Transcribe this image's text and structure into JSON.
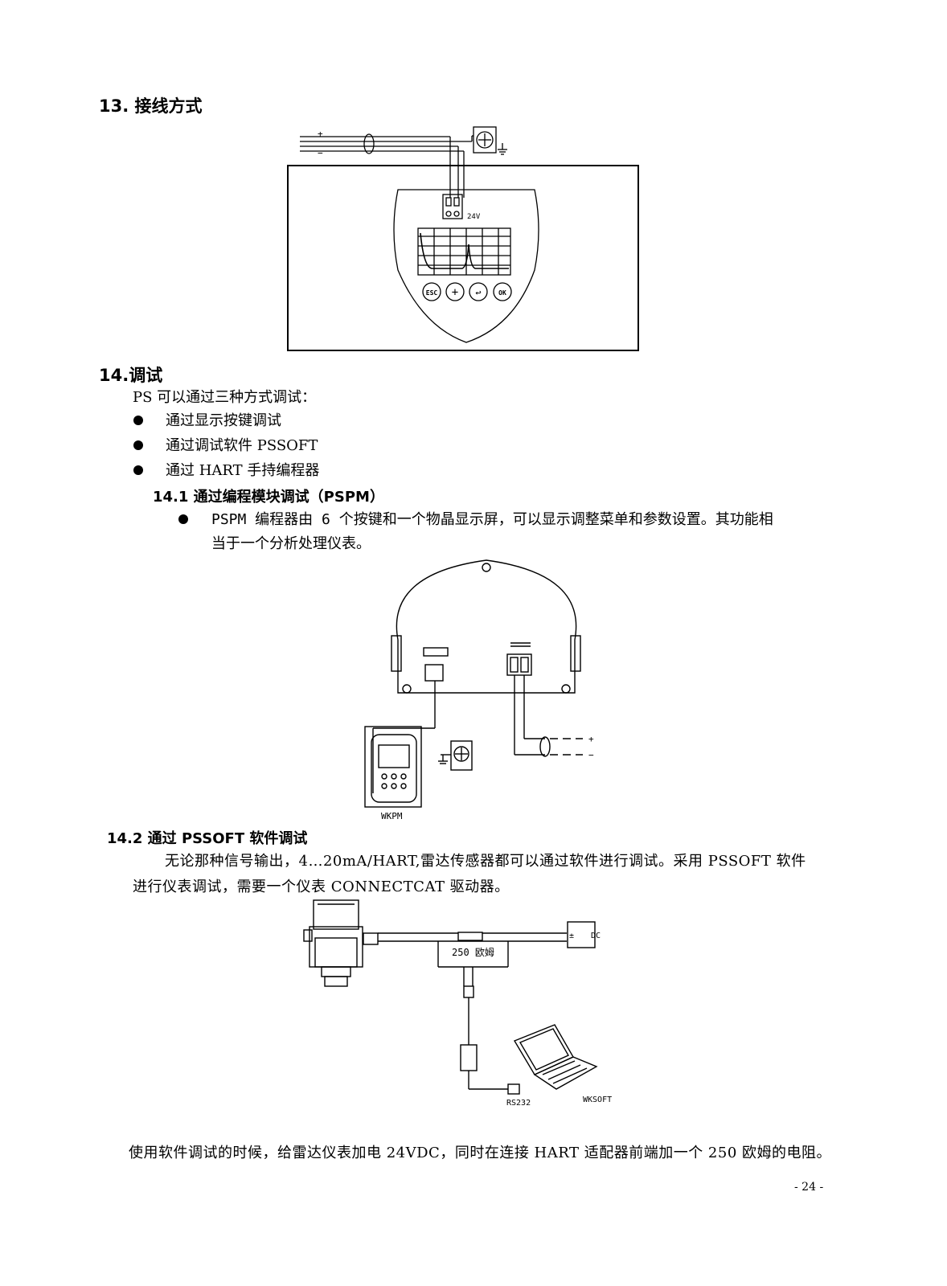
{
  "sec13": {
    "title": "13.  接线方式"
  },
  "fig1": {
    "voltage": "24V",
    "plus": "+",
    "minus": "−",
    "buttons": [
      "ESC",
      "+",
      "↩",
      "OK"
    ]
  },
  "sec14": {
    "title": "14.调试",
    "intro": "PS 可以通过三种方式调试：",
    "items": [
      "通过显示按键调试",
      "通过调试软件 PSSOFT",
      "通过 HART 手持编程器"
    ]
  },
  "sec141": {
    "title": "14.1 通过编程模块调试（PSPM）",
    "line1": "PSPM 编程器由 6 个按键和一个物晶显示屏，可以显示调整菜单和参数设置。其功能相",
    "line2": "当于一个分析处理仪表。"
  },
  "fig2": {
    "label": "WKPM",
    "plus": "+",
    "minus": "−"
  },
  "sec142": {
    "title": "14.2  通过 PSSOFT 软件调试",
    "line1": "无论那种信号输出，4…20mA/HART,雷达传感器都可以通过软件进行调试。采用 PSSOFT 软件",
    "line2": "进行仪表调试，需要一个仪表 CONNECTCAT 驱动器。"
  },
  "fig3": {
    "resistor": "250 欧姆",
    "dc": "DC",
    "pm": "±",
    "rs232": "RS232",
    "software": "WKSOFT"
  },
  "footer": {
    "note": "使用软件调试的时候，给雷达仪表加电 24VDC，同时在连接 HART 适配器前端加一个 250 欧姆的电阻。",
    "page": "- 24 -"
  }
}
